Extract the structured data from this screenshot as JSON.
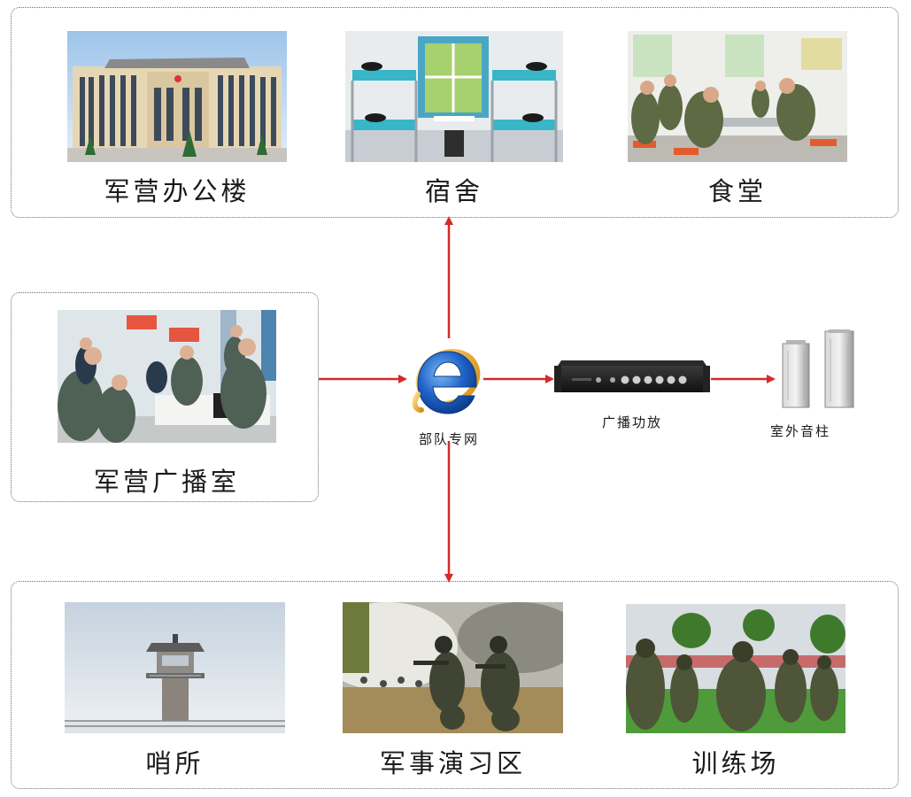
{
  "top_group": {
    "items": [
      {
        "label": "军营办公楼",
        "icon": "office-building-photo"
      },
      {
        "label": "宿舍",
        "icon": "dormitory-photo"
      },
      {
        "label": "食堂",
        "icon": "canteen-photo"
      }
    ]
  },
  "left_group": {
    "items": [
      {
        "label": "军营广播室",
        "icon": "broadcast-room-photo"
      }
    ]
  },
  "bottom_group": {
    "items": [
      {
        "label": "哨所",
        "icon": "sentry-post-photo"
      },
      {
        "label": "军事演习区",
        "icon": "exercise-area-photo"
      },
      {
        "label": "训练场",
        "icon": "training-ground-photo"
      }
    ]
  },
  "network": {
    "label": "部队专网",
    "icon": "internet-explorer-icon"
  },
  "amplifier": {
    "label": "广播功放",
    "icon": "amplifier-icon"
  },
  "speaker": {
    "label": "室外音柱",
    "icon": "outdoor-speaker-column-icon"
  },
  "colors": {
    "arrow": "#d42a2a",
    "ie_blue": "#1f63c8",
    "ie_gold": "#f2b93c",
    "border": "#6f6f6f"
  }
}
